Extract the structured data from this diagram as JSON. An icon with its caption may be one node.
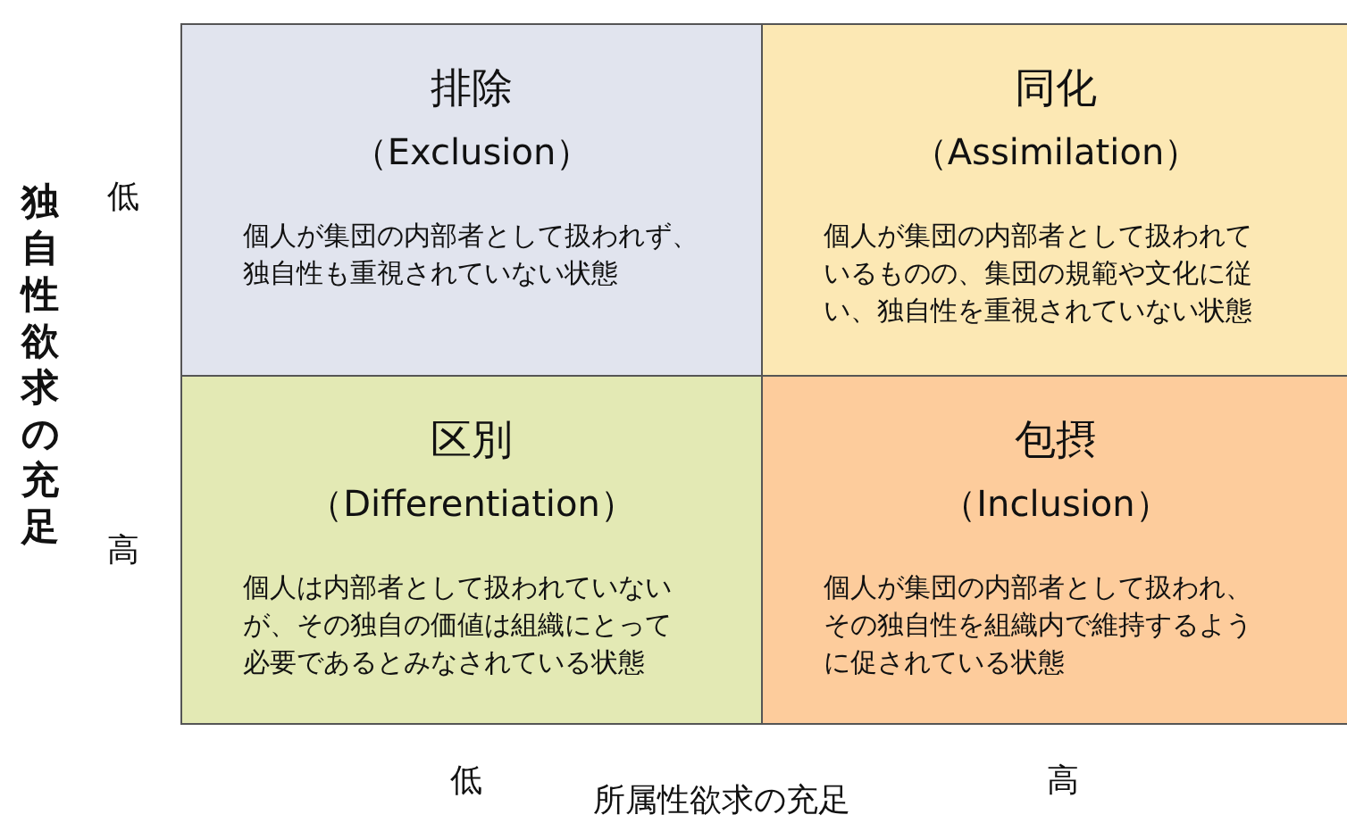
{
  "diagram": {
    "nodes": [
      {
        "text": [
          "排除",
          "（Exclusion）",
          "個人が集団の内部者として扱われず、独自性も重視されていない状態"
        ]
      },
      {
        "text": [
          "同化",
          "（Assimilation）",
          "個人が集団の内部者として扱われているものの、集団の規範や文化に従い、独自性を重視されていない状態"
        ]
      },
      {
        "text": [
          "区別",
          "（Differentiation）",
          "個人は内部者として扱われていないが、その独自の価値は組織にとって必要であるとみなされている状態"
        ]
      },
      {
        "text": [
          "包摂",
          "（Inclusion）",
          "個人が集団の内部者として扱われ、その独自性を組織内で維持するように促されている状態"
        ]
      }
    ],
    "labels": [
      "独自性欲求の充足",
      "低",
      "高",
      "低",
      "高",
      "所属性欲求の充足"
    ]
  }
}
